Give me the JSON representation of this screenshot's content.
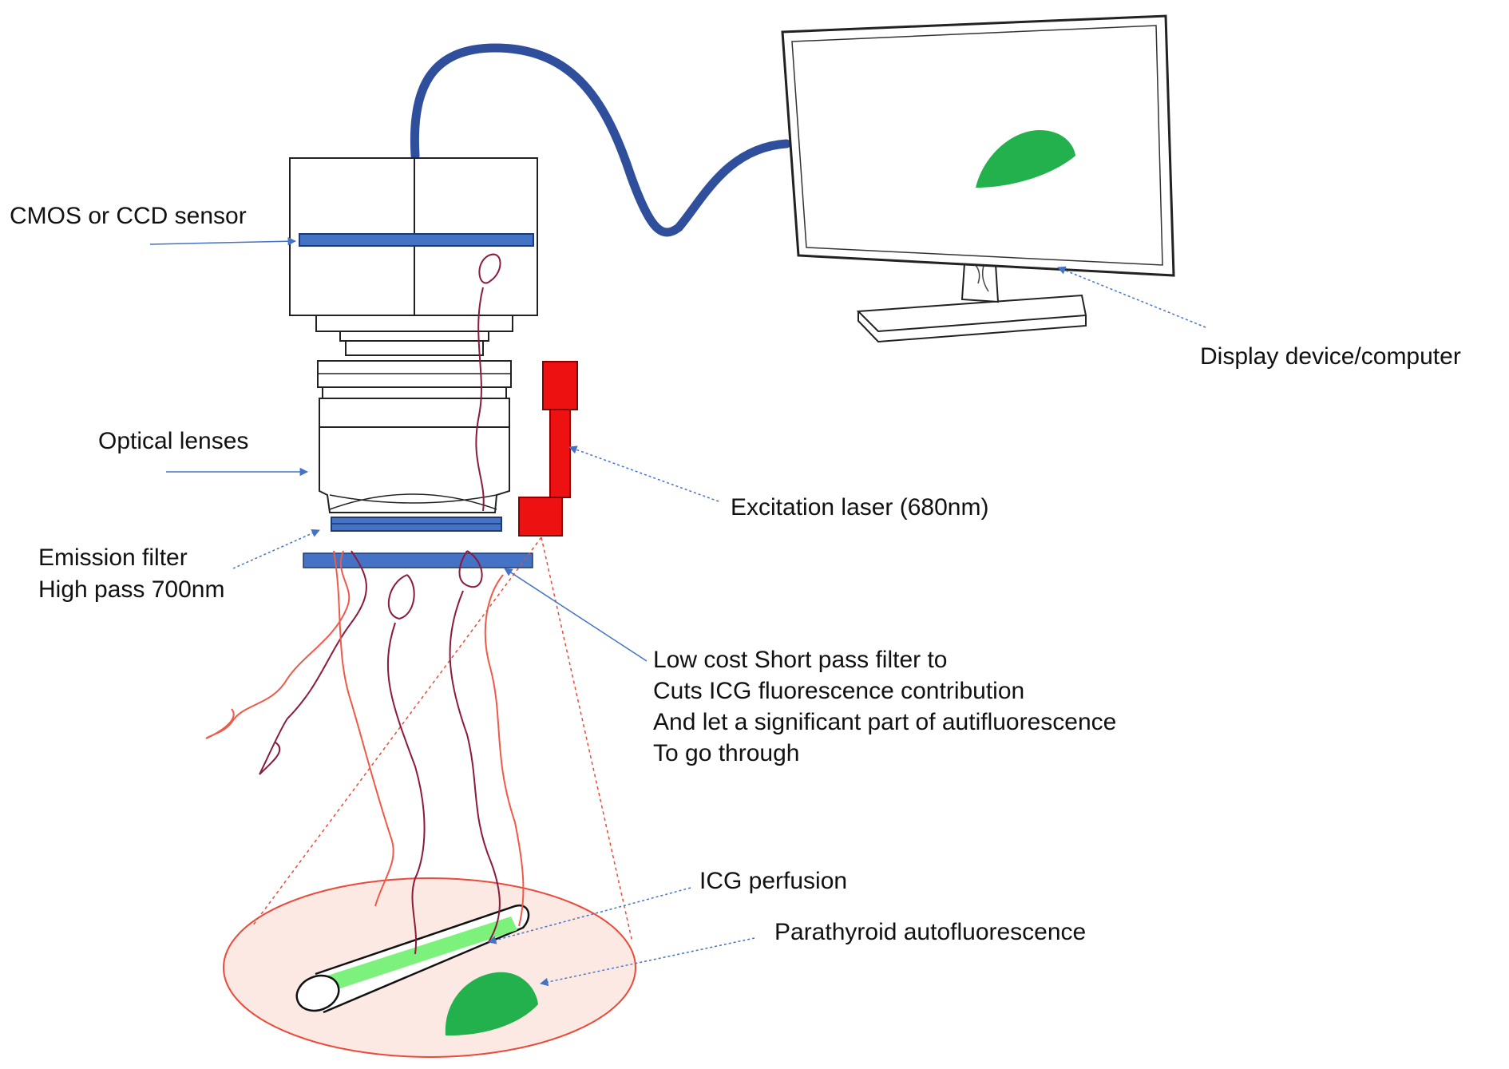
{
  "labels": {
    "sensor": "CMOS or CCD sensor",
    "lenses": "Optical lenses",
    "emission_line1": "Emission filter",
    "emission_line2": "High pass 700nm",
    "laser": "Excitation laser (680nm)",
    "display": "Display device/computer",
    "shortpass_line1": "Low cost Short pass filter to",
    "shortpass_line2": "Cuts ICG fluorescence contribution",
    "shortpass_line3": "And let a significant part of autifluorescence",
    "shortpass_line4": "To go through",
    "icg": "ICG perfusion",
    "parathyroid": "Parathyroid autofluorescence"
  },
  "colors": {
    "filter_blue": "#4472c4",
    "arrow_blue": "#4472c4",
    "cable_blue": "#2f4f9c",
    "laser_red": "#ee1111",
    "parathyroid_green": "#22b14c",
    "icg_green": "#7cf27c",
    "wave_dark": "#8b1a3c",
    "wave_light": "#ef5a48",
    "field_fill": "#fde9e3",
    "field_stroke": "#ea4a3a"
  }
}
